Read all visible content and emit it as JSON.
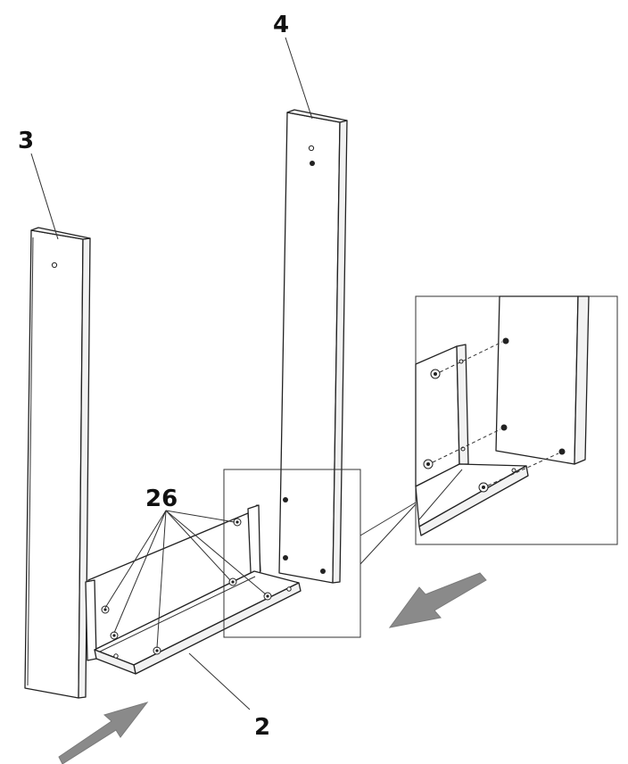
{
  "callouts": {
    "part_3": "3",
    "part_4": "4",
    "part_26": "26",
    "part_2": "2"
  },
  "colors": {
    "line": "#222222",
    "arrow": "#8a8a8a",
    "background": "#ffffff"
  },
  "icons": {
    "insert_direction": "arrow-icon"
  }
}
